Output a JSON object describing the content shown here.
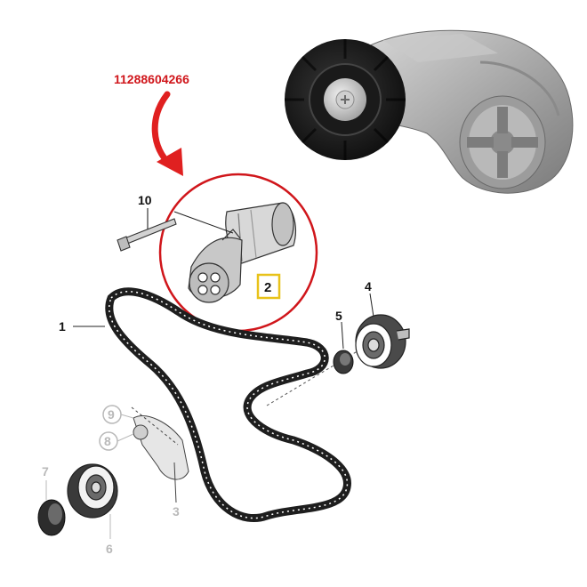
{
  "part_number": "11288604266",
  "callouts": {
    "c1": "1",
    "c2": "2",
    "c3": "3",
    "c4": "4",
    "c5": "5",
    "c6": "6",
    "c7": "7",
    "c8": "8",
    "c9": "9",
    "c10": "10"
  },
  "colors": {
    "arrow": "#e02020",
    "highlight_circle": "#d0161b",
    "highlight_box": "#e8c21a",
    "belt": "#1e1e1e",
    "metal": "#a9a9a9"
  },
  "icons": [
    "red-arrow-icon",
    "belt-tensioner-photo",
    "drive-belt-drawing"
  ]
}
